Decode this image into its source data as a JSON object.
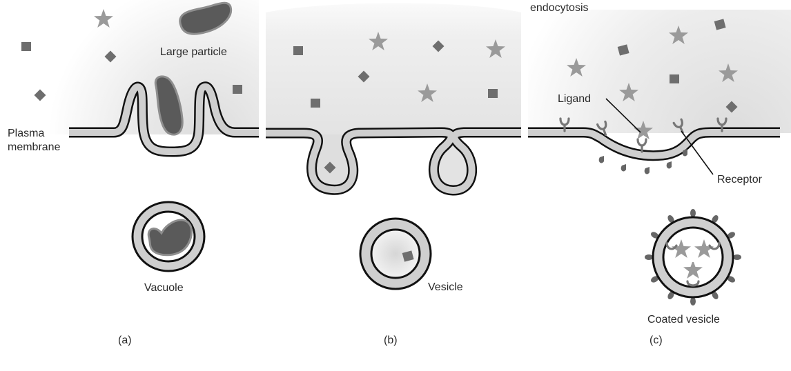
{
  "figure": {
    "panels": [
      {
        "id": "a",
        "caption": "(a)",
        "labels": {
          "large_particle": "Large particle",
          "plasma_membrane_line1": "Plasma",
          "plasma_membrane_line2": "membrane",
          "vacuole": "Vacuole"
        }
      },
      {
        "id": "b",
        "caption": "(b)",
        "labels": {
          "vesicle": "Vesicle"
        }
      },
      {
        "id": "c",
        "caption": "(c)",
        "labels": {
          "title_fragment": "endocytosis",
          "ligand": "Ligand",
          "receptor": "Receptor",
          "coated_vesicle": "Coated vesicle"
        }
      }
    ],
    "colors": {
      "membrane_stroke": "#111111",
      "membrane_fill": "#cfcfcf",
      "particle": "#5a5a5a",
      "solute_square": "#6e6e6e",
      "ligand_star": "#9a9a9a",
      "receptor": "#777777",
      "background_gradient": "#e2e2e2"
    }
  }
}
